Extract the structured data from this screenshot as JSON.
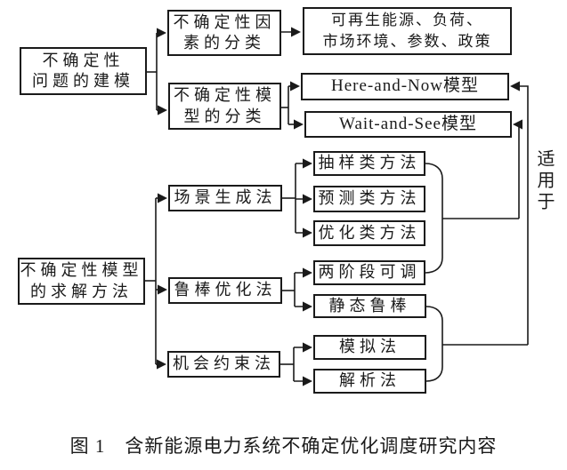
{
  "figure": {
    "nodes": {
      "problem_modeling": {
        "label": "不确定性\n问题的建模"
      },
      "factor_classification": {
        "label": "不确定性因\n素的分类"
      },
      "factor_examples": {
        "label": "可再生能源、负荷、\n市场环境、参数、政策"
      },
      "model_classification": {
        "label": "不确定性模\n型的分类"
      },
      "here_and_now": {
        "label": "Here-and-Now模型"
      },
      "wait_and_see": {
        "label": "Wait-and-See模型"
      },
      "solution_methods": {
        "label": "不确定性模型\n的求解方法"
      },
      "scenario_generation": {
        "label": "场景生成法"
      },
      "sampling_methods": {
        "label": "抽样类方法"
      },
      "prediction_methods": {
        "label": "预测类方法"
      },
      "optimization_methods": {
        "label": "优化类方法"
      },
      "robust_optimization": {
        "label": "鲁棒优化法"
      },
      "two_stage_adjustable": {
        "label": "两阶段可调"
      },
      "static_robust": {
        "label": "静态鲁棒"
      },
      "chance_constrained": {
        "label": "机会约束法"
      },
      "simulation_method": {
        "label": "模拟法"
      },
      "analytical_method": {
        "label": "解析法"
      }
    },
    "edge_label": "适用于",
    "caption": "图 1　含新能源电力系统不确定优化调度研究内容",
    "colors": {
      "line": "#1a1a1a",
      "text": "#1a1a1a",
      "background": "#ffffff"
    }
  }
}
